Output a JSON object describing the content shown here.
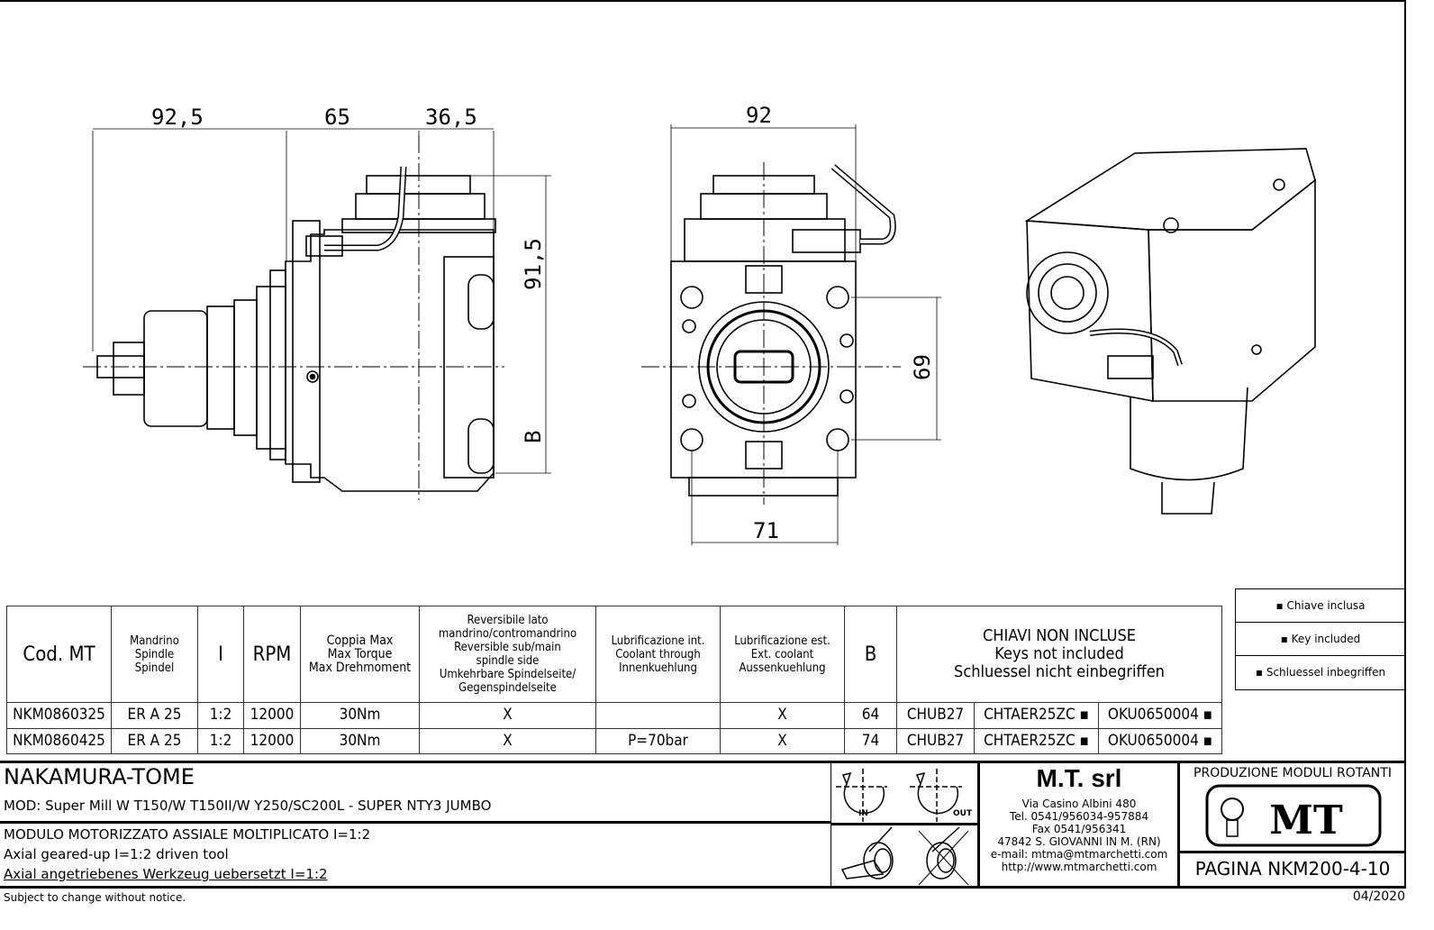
{
  "dimensions": {
    "side_a": "92,5",
    "side_b": "65",
    "side_c": "36,5",
    "side_height": "91,5",
    "side_b_label": "B",
    "front_width": "92",
    "front_bottom": "71",
    "front_height": "69"
  },
  "table": {
    "headers": {
      "code": "Cod. MT",
      "spindle": [
        "Mandrino",
        "Spindle",
        "Spindel"
      ],
      "ratio": "I",
      "rpm": "RPM",
      "torque": [
        "Coppia Max",
        "Max Torque",
        "Max Drehmoment"
      ],
      "reversible": [
        "Reversibile lato",
        "mandrino/contromandrino",
        "Reversible sub/main",
        "spindle side",
        "Umkehrbare Spindelseite/",
        "Gegenspindelseite"
      ],
      "coolant_int": [
        "Lubrificazione int.",
        "Coolant through",
        "Innenkuehlung"
      ],
      "coolant_ext": [
        "Lubrificazione est.",
        "Ext. coolant",
        "Aussenkuehlung"
      ],
      "b": "B",
      "keys": [
        "CHIAVI NON INCLUSE",
        "Keys not included",
        "Schluessel nicht einbegriffen"
      ]
    },
    "rows": [
      {
        "code": "NKM0860325",
        "spindle": "ER A 25",
        "ratio": "1:2",
        "rpm": "12000",
        "torque": "30Nm",
        "reversible": "X",
        "coolant_int": "",
        "coolant_ext": "X",
        "b": "64",
        "key1": "CHUB27",
        "key2": "CHTAER25ZC ▪",
        "key3": "OKU0650004 ▪"
      },
      {
        "code": "NKM0860425",
        "spindle": "ER A 25",
        "ratio": "1:2",
        "rpm": "12000",
        "torque": "30Nm",
        "reversible": "X",
        "coolant_int": "P=70bar",
        "coolant_ext": "X",
        "b": "74",
        "key1": "CHUB27",
        "key2": "CHTAER25ZC ▪",
        "key3": "OKU0650004 ▪"
      }
    ]
  },
  "key_legend": [
    "▪ Chiave inclusa",
    "▪ Key included",
    "▪ Schluessel inbegriffen"
  ],
  "title_block": {
    "brand": "NAKAMURA-TOME",
    "models": "MOD: Super Mill W T150/W T150II/W Y250/SC200L - SUPER NTY3 JUMBO",
    "desc_it": "MODULO MOTORIZZATO ASSIALE MOLTIPLICATO I=1:2",
    "desc_en": "Axial geared-up I=1:2 driven tool",
    "desc_de": "Axial angetriebenes Werkzeug uebersetzt I=1:2",
    "rotation_in": "IN",
    "rotation_out": "OUT",
    "company": "M.T. srl",
    "address": [
      "Via Casino Albini 480",
      "Tel. 0541/956034-957884",
      "Fax 0541/956341",
      "47842 S. GIOVANNI IN M. (RN)",
      "e-mail: mtma@mtmarchetti.com",
      "http://www.mtmarchetti.com"
    ],
    "production": "PRODUZIONE MODULI ROTANTI",
    "logo_text": "MT",
    "page": "PAGINA NKM200-4-10",
    "notice": "Subject to change without notice.",
    "date": "04/2020"
  }
}
